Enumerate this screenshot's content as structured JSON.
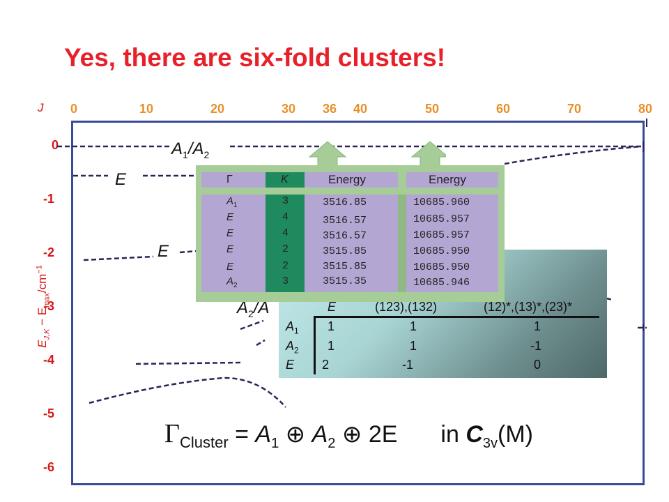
{
  "title": "Yes, there are six-fold clusters!",
  "axes": {
    "x_axis_label": "J",
    "x_ticks": [
      "0",
      "10",
      "20",
      "30",
      "36",
      "40",
      "50",
      "60",
      "70",
      "80"
    ],
    "y_axis_label": "E_{J,K} − E_max/cm^{−1}",
    "y_axis_label_parts": {
      "e": "E",
      "jk": "J,K",
      "minus": " − E",
      "max": "max",
      "unit": "/cm",
      "exp": "−1"
    },
    "y_ticks": [
      "0",
      "-1",
      "-2",
      "-3",
      "-4",
      "-5",
      "-6"
    ]
  },
  "level_labels": {
    "a1a2": {
      "a": "A",
      "s1": "1",
      "slash": "/A",
      "s2": "2"
    },
    "e_upper": "E",
    "e_lower": "E",
    "a2a": {
      "a": "A",
      "s": "2",
      "rest": "/A"
    }
  },
  "character_table": {
    "header": [
      "E",
      "(123),(132)",
      "(12)*,(13)*,(23)*"
    ],
    "rows": [
      {
        "irrep": "A",
        "sub": "1",
        "values": [
          "1",
          "1",
          "1"
        ]
      },
      {
        "irrep": "A",
        "sub": "2",
        "values": [
          "1",
          "1",
          "-1"
        ]
      },
      {
        "irrep": "E",
        "sub": "",
        "values": [
          "2",
          "-1",
          "0"
        ]
      }
    ]
  },
  "inset_table": {
    "headers": {
      "gamma": "Γ",
      "k": "K",
      "energy1": "Energy",
      "energy2": "Energy"
    },
    "rows": [
      {
        "g": "A",
        "gs": "1",
        "k": "3",
        "e1": "3516.85",
        "e2": "10685.960"
      },
      {
        "g": "E",
        "gs": "",
        "k": "4",
        "e1": "3516.57",
        "e2": "10685.957"
      },
      {
        "g": "E",
        "gs": "",
        "k": "4",
        "e1": "3516.57",
        "e2": "10685.957"
      },
      {
        "g": "E",
        "gs": "",
        "k": "2",
        "e1": "3515.85",
        "e2": "10685.950"
      },
      {
        "g": "E",
        "gs": "",
        "k": "2",
        "e1": "3515.85",
        "e2": "10685.950"
      },
      {
        "g": "A",
        "gs": "2",
        "k": "3",
        "e1": "3515.35",
        "e2": "10685.946"
      }
    ]
  },
  "formula": {
    "gamma": "Γ",
    "cluster": "Cluster",
    "eq": " = ",
    "a": "A",
    "s1": "1",
    "oplus": " ⊕ ",
    "s2": "2",
    "twoE": "2E",
    "in": "in ",
    "c": "C",
    "c_sub": "3v",
    "m": "(M)"
  },
  "colors": {
    "title": "#e8202a",
    "x_ticks": "#e8902a",
    "y_ticks": "#d81818",
    "plot_frame": "#3a4a9a",
    "dashed_lines": "#2a2458",
    "inset_green": "#a6cd97",
    "inset_purple": "#b4a6d2",
    "k_column": "#1e8a5e"
  }
}
